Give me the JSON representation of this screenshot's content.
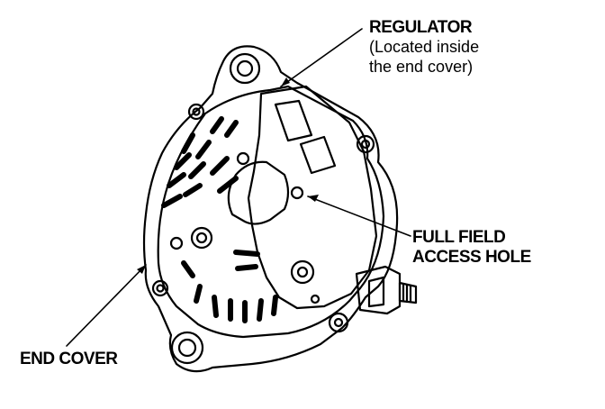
{
  "labels": {
    "regulator": {
      "title": "REGULATOR",
      "note_line1": "(Located inside",
      "note_line2": "the end cover)"
    },
    "full_field": {
      "line1": "FULL FIELD",
      "line2": "ACCESS HOLE"
    },
    "end_cover": "END COVER"
  },
  "colors": {
    "ink": "#000000",
    "paper": "#ffffff"
  }
}
